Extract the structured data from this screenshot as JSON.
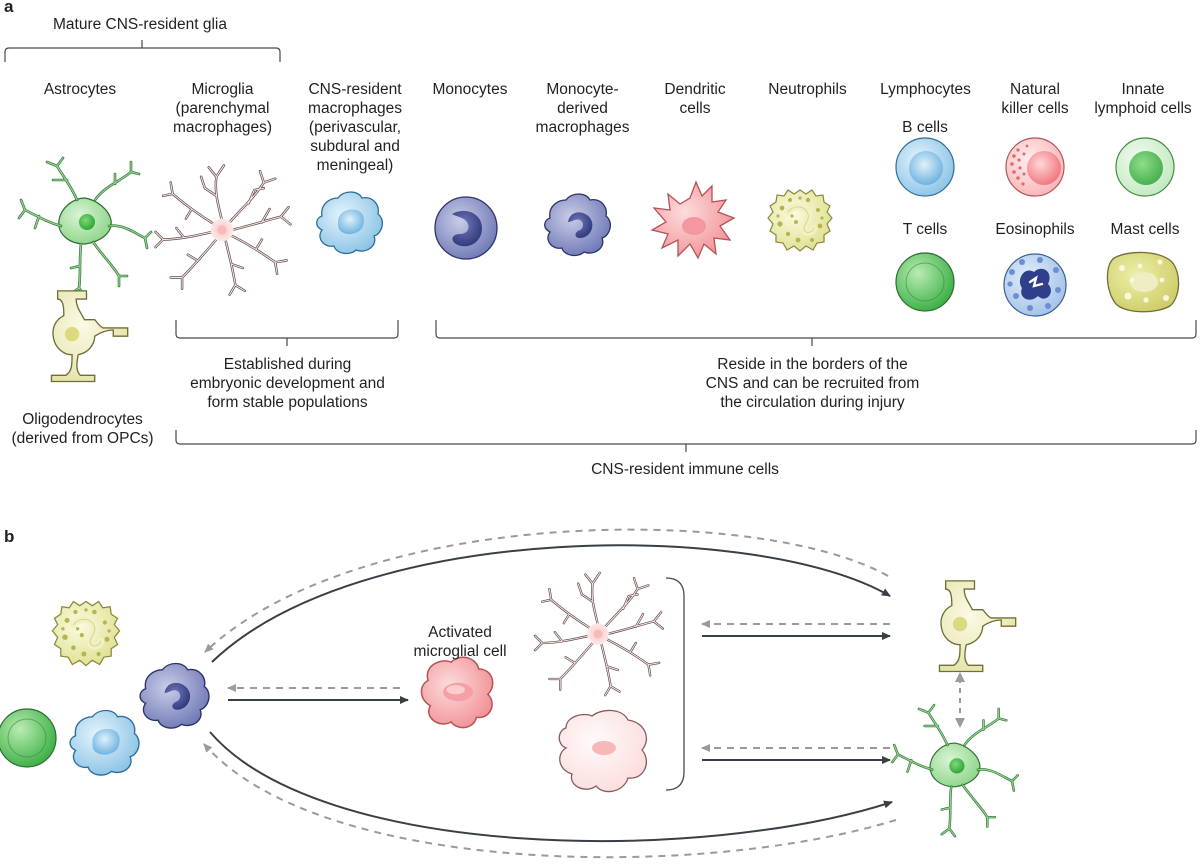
{
  "panel_a": {
    "letter": "a",
    "glia_header": "Mature CNS-resident glia",
    "cells": {
      "astrocytes": "Astrocytes",
      "microglia": [
        "Microglia",
        "(parenchymal",
        "macrophages)"
      ],
      "cns_macrophages": [
        "CNS-resident",
        "macrophages",
        "(perivascular,",
        "subdural and",
        "meningeal)"
      ],
      "monocytes": "Monocytes",
      "monocyte_macrophages": [
        "Monocyte-",
        "derived",
        "macrophages"
      ],
      "dendritic": [
        "Dendritic",
        "cells"
      ],
      "neutrophils": "Neutrophils",
      "lymphocytes": "Lymphocytes",
      "nk": [
        "Natural",
        "killer cells"
      ],
      "ilc": [
        "Innate",
        "lymphoid cells"
      ],
      "b_cells": "B cells",
      "t_cells": "T cells",
      "eosinophils": "Eosinophils",
      "mast": "Mast cells",
      "oligodendrocytes": [
        "Oligodendrocytes",
        "(derived from OPCs)"
      ]
    },
    "bracket_established": [
      "Established during",
      "embryonic development and",
      "form stable populations"
    ],
    "bracket_borders": [
      "Reside in the borders of the",
      "CNS and can be recruited from",
      "the circulation during injury"
    ],
    "bracket_immune": "CNS-resident immune cells"
  },
  "panel_b": {
    "letter": "b",
    "activated_label": [
      "Activated",
      "microglial cell"
    ]
  },
  "colors": {
    "astrocyte_green": "#8fd68a",
    "oligodendrocyte_yellow": "#ecebb6",
    "microglia_pink": "#fde3e1",
    "macrophage_blue": "#a9d4ee",
    "monocyte_navy": "#5f6aa8",
    "dendritic_red": "#f6a4a8",
    "neutrophil_yellow": "#e3e497",
    "lymphocyte_green": "#4fbf56",
    "eosinophil_blue": "#a9c8ea",
    "mast_yellow": "#d7d77a",
    "arrow_solid": "#3a3f45",
    "arrow_dashed": "#9a9a9a"
  }
}
